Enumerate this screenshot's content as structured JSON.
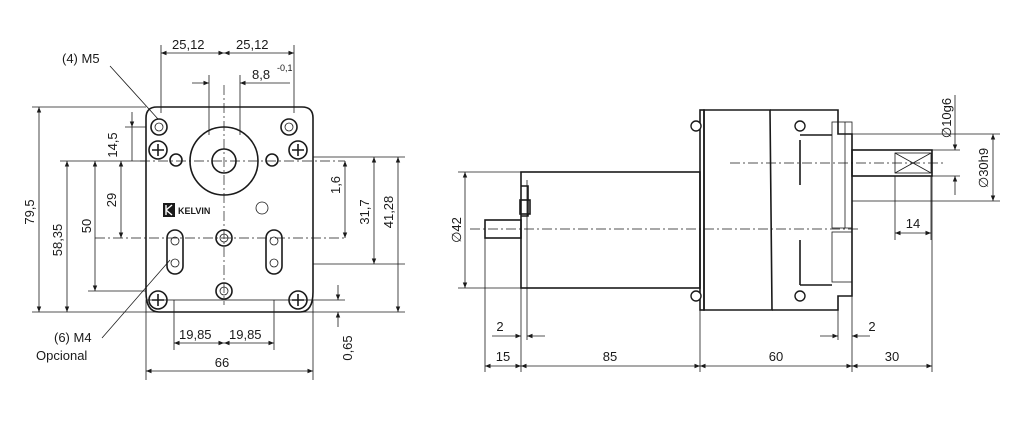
{
  "front_view": {
    "top_dims": {
      "left": "25,12",
      "right": "25,12",
      "shaft": "8,8",
      "shaft_tol": "-0,1"
    },
    "left_dims": {
      "overall_height": "79,5",
      "mid_height": "58,35",
      "lower_height": "50",
      "upper_offset": "29",
      "top_offset": "14,5"
    },
    "right_dims": {
      "a": "1,6",
      "b": "31,7",
      "c": "41,28"
    },
    "bottom_dims": {
      "left": "19,85",
      "right": "19,85",
      "width": "66",
      "thickness": "0,65"
    },
    "callouts": {
      "m5": "(4) M5",
      "m4": "(6) M4",
      "m4_note": "Opcional"
    },
    "logo_text": "KELVIN"
  },
  "side_view": {
    "motor_dia": "∅42",
    "output_dia": "∅10g6",
    "flange_dia": "∅30h9",
    "key_len": "14",
    "left_step": "2",
    "right_step": "2",
    "bottom_dims": [
      "15",
      "85",
      "60",
      "30"
    ]
  }
}
